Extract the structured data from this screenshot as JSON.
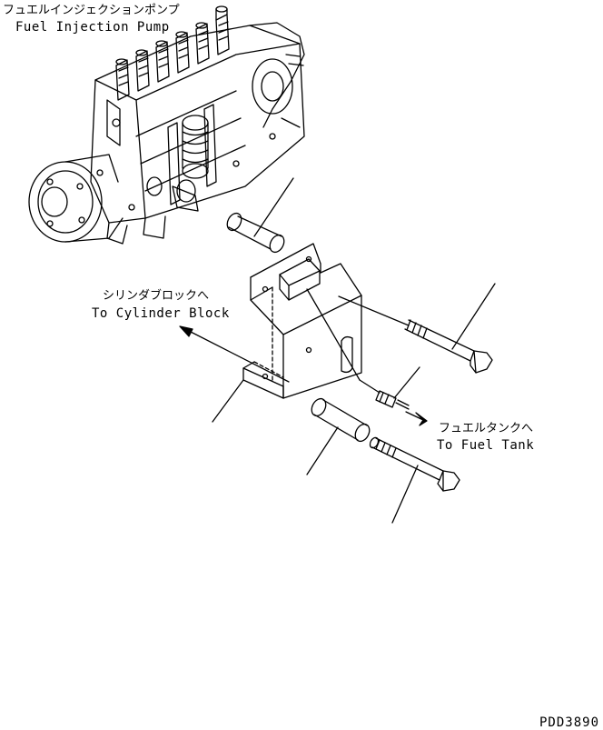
{
  "labels": {
    "pump_jp": "フュエルインジェクションポンプ",
    "pump_en": "Fuel Injection Pump",
    "cyl_jp": "シリンダブロックへ",
    "cyl_en": "To Cylinder Block",
    "tank_jp": "フュエルタンクへ",
    "tank_en": "To Fuel Tank",
    "drawing_code": "PDD3890"
  }
}
